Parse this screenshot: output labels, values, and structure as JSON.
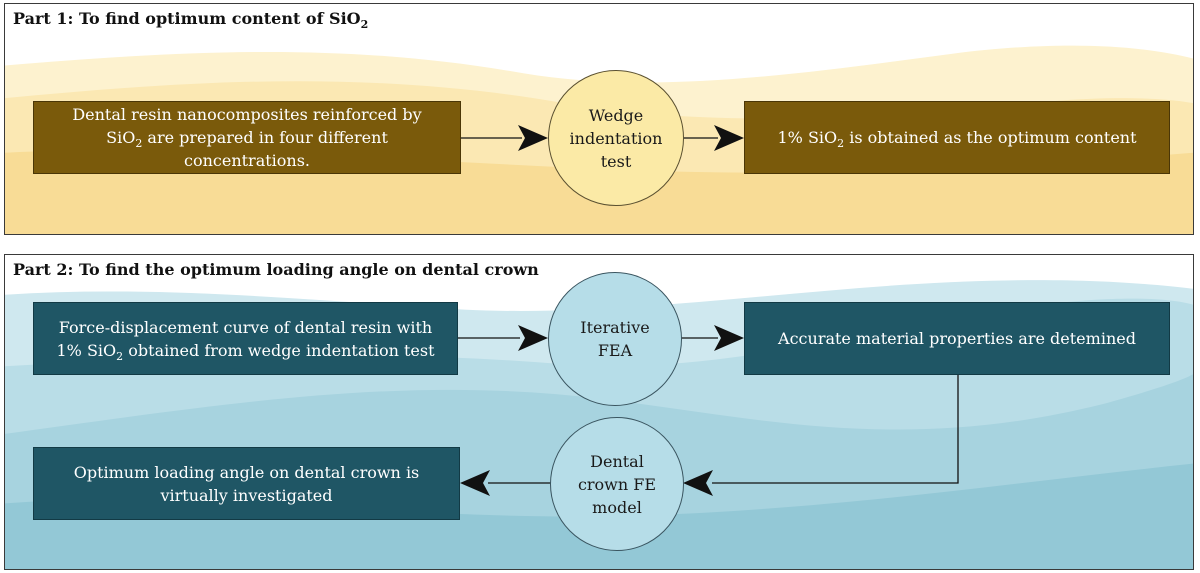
{
  "part1": {
    "title_prefix": "Part 1: To find optimum content of SiO",
    "title_sub": "2",
    "input_box": {
      "line1": "Dental resin nanocomposites reinforced by",
      "line2_prefix": "SiO",
      "line2_sub": "2",
      "line2_suffix": " are prepared in four different",
      "line3": "concentrations."
    },
    "process": {
      "line1": "Wedge",
      "line2": "indentation",
      "line3": "test"
    },
    "output_box": {
      "prefix": "1% SiO",
      "sub": "2",
      "suffix": " is obtained as the optimum content"
    },
    "colors": {
      "box": "#7a5a0b",
      "circle": "#fbeaa6",
      "background": "#f9df9b"
    }
  },
  "part2": {
    "title": "Part 2: To find the optimum loading angle on dental crown",
    "input_box": {
      "line1": "Force-displacement curve of dental resin with",
      "line2_prefix": "1% SiO",
      "line2_sub": "2",
      "line2_suffix": " obtained from wedge indentation test"
    },
    "process1": {
      "line1": "Iterative",
      "line2": "FEA"
    },
    "result_box": {
      "text": "Accurate material properties are detemined"
    },
    "process2": {
      "line1": "Dental",
      "line2": "crown FE",
      "line3": "model"
    },
    "final_box": {
      "line1": "Optimum loading angle on dental crown is",
      "line2": "virtually investigated"
    },
    "colors": {
      "box": "#1f5665",
      "circle": "#b6dde8",
      "background": "#9bcfdc"
    }
  }
}
